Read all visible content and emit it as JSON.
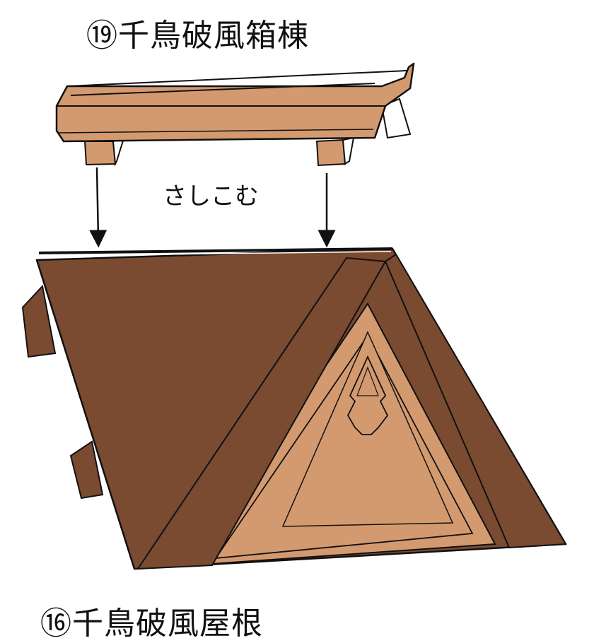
{
  "top_part": {
    "label": "⑲千鳥破風箱棟"
  },
  "bottom_part": {
    "label": "⑯千鳥破風屋根"
  },
  "action": {
    "label": "さしこむ"
  },
  "colors": {
    "light_wood": "#d49a6f",
    "roof_brown": "#7a4a31",
    "outline": "#111111",
    "background": "#ffffff"
  }
}
